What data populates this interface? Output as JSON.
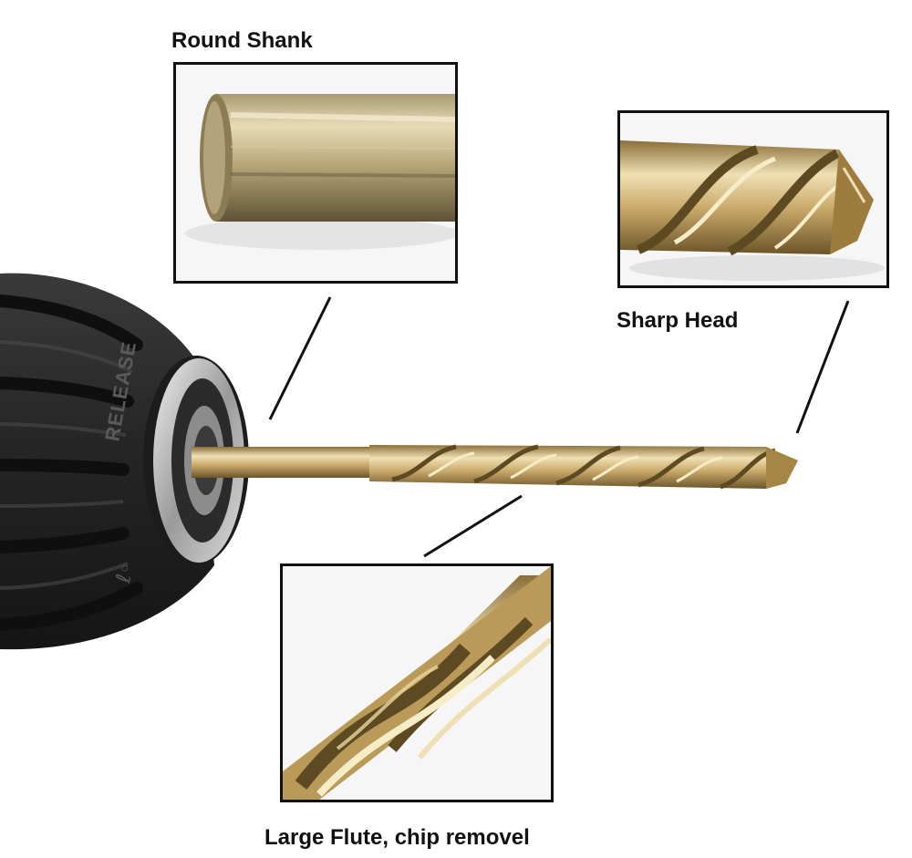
{
  "labels": {
    "round_shank": "Round Shank",
    "sharp_head": "Sharp Head",
    "flute": "Large Flute, chip removel"
  },
  "chuck": {
    "release_text": "RELEASE"
  },
  "colors": {
    "gold": "#c9a96a",
    "gold_dark": "#6b5428",
    "gold_light": "#efe0b4",
    "chuck_black": "#2a2a2a",
    "line": "#111111"
  }
}
